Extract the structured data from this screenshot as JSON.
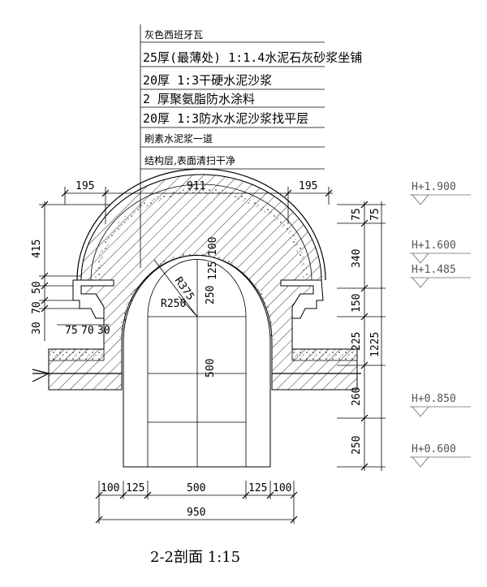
{
  "layers": [
    "灰色西班牙瓦",
    "25厚(最薄处) 1:1.4水泥石灰砂浆坐铺",
    "20厚 1:3干硬水泥沙浆",
    "2 厚聚氨脂防水涂料",
    "20厚 1:3防水水泥沙浆找平层",
    "刷素水泥浆一道",
    "结构层,表面清扫干净"
  ],
  "top_dims": [
    "195",
    "911",
    "195"
  ],
  "left_dims": [
    "415",
    "50",
    "70",
    "30"
  ],
  "left_small_dims": [
    "75",
    "70",
    "30"
  ],
  "inner_dims": [
    "100",
    "125",
    "250",
    "500"
  ],
  "radii": [
    "R375",
    "R250"
  ],
  "right_dims": [
    "75",
    "340",
    "150",
    "225",
    "260",
    "250"
  ],
  "right_total": "1225",
  "elevations": [
    "H+1.900",
    "H+1.600",
    "H+1.485",
    "H+0.850",
    "H+0.600"
  ],
  "bottom_dims": [
    "100",
    "125",
    "500",
    "125",
    "100"
  ],
  "bottom_total": "950",
  "title": "2-2剖面  1:15",
  "colors": {
    "hatch": "#000000",
    "elevation_text": "#555555"
  }
}
